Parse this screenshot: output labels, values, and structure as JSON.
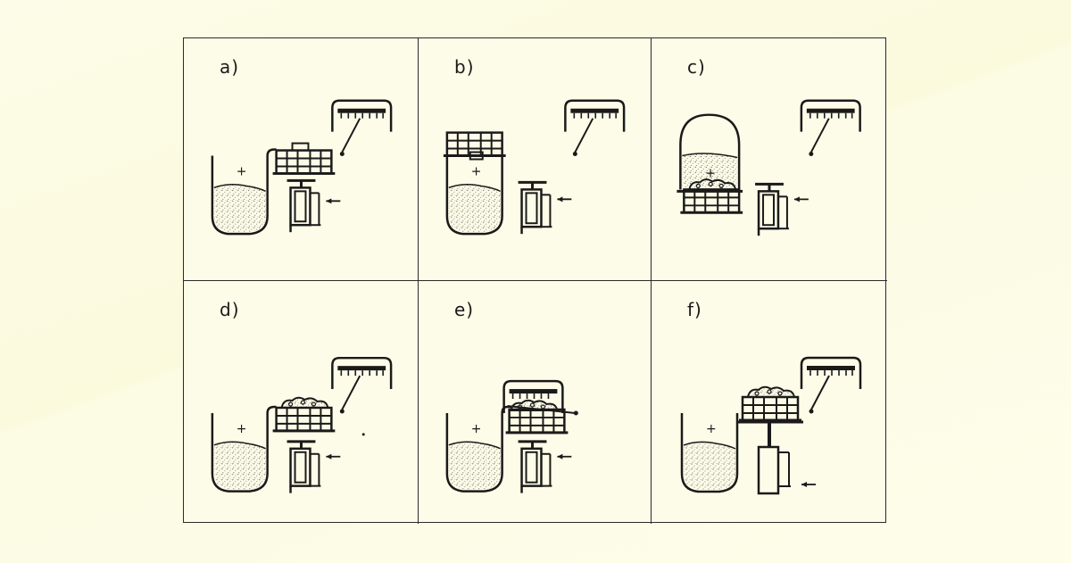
{
  "panels": [
    {
      "id": "a",
      "label": "a)"
    },
    {
      "id": "b",
      "label": "b)"
    },
    {
      "id": "c",
      "label": "c)"
    },
    {
      "id": "d",
      "label": "d)"
    },
    {
      "id": "e",
      "label": "e)"
    },
    {
      "id": "f",
      "label": "f)"
    }
  ],
  "colors": {
    "ink": "#1a1a1a",
    "background": "#fdfce8",
    "sand": "#777"
  }
}
